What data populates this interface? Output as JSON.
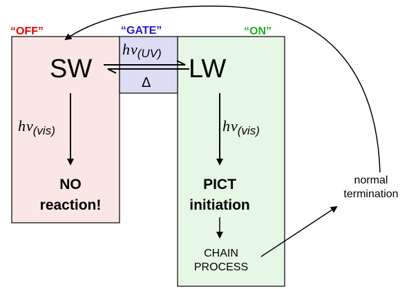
{
  "colors": {
    "off_label": "#e60000",
    "gate_label": "#1a1acc",
    "on_label": "#1fb01f",
    "off_box_fill": "#fbe6e6",
    "gate_box_fill": "#dcdcf5",
    "on_box_fill": "#e6f7e6",
    "box_stroke": "#000000"
  },
  "headers": {
    "off": "“OFF”",
    "gate": "“GATE”",
    "on": "“ON”"
  },
  "states": {
    "sw": "SW",
    "lw": "LW"
  },
  "gate": {
    "forward_h": "h",
    "forward_nu": "ν",
    "forward_sub": "(UV)",
    "reverse": "Δ"
  },
  "left_path": {
    "h": "h",
    "nu": "ν",
    "sub": "(vis)",
    "result_line1": "NO",
    "result_line2": "reaction!"
  },
  "right_path": {
    "h": "h",
    "nu": "ν",
    "sub": "(vis)",
    "result_line1": "PICT",
    "result_line2": "initiation",
    "chain_line1": "CHAIN",
    "chain_line2": "PROCESS"
  },
  "termination": {
    "line1": "normal",
    "line2": "termination"
  }
}
